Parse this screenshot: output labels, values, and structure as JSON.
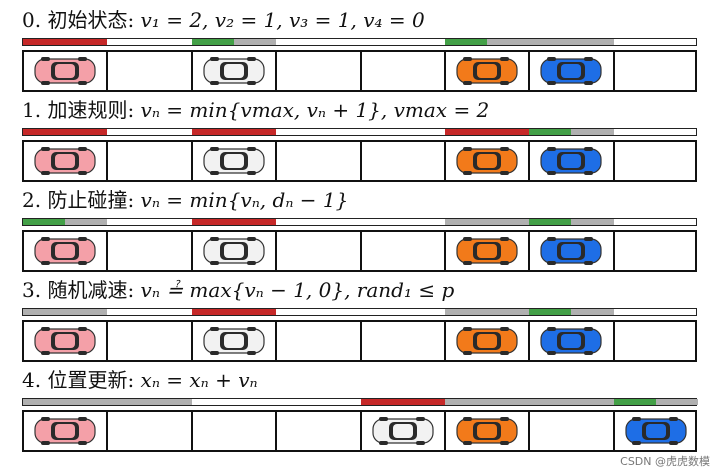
{
  "colors": {
    "red": "#c62828",
    "green": "#43a047",
    "gray": "#b0b0b0",
    "car_colors": {
      "pink": "#f4a0a8",
      "white": "#f2f2f2",
      "orange": "#f27a1a",
      "blue": "#1e6ee6"
    }
  },
  "steps": [
    {
      "title_plain": "0. 初始状态: ",
      "formula": "v₁ = 2, v₂ = 1, v₃ = 1, v₄ = 0",
      "segments": [
        [
          "red",
          0,
          1
        ],
        [
          "green",
          2,
          2.5
        ],
        [
          "gray",
          2.5,
          3
        ],
        [
          "green",
          5,
          5.5
        ],
        [
          "gray",
          5.5,
          6
        ],
        [
          "gray",
          6,
          7
        ]
      ],
      "cars": [
        [
          "pink",
          0
        ],
        [
          "white",
          2
        ],
        [
          "orange",
          5
        ],
        [
          "blue",
          6
        ]
      ]
    },
    {
      "title_plain": "1. 加速规则: ",
      "formula": "vₙ = min{vmax, vₙ + 1},   vmax = 2",
      "segments": [
        [
          "red",
          0,
          1
        ],
        [
          "red",
          2,
          3
        ],
        [
          "red",
          5,
          6
        ],
        [
          "green",
          6,
          6.5
        ],
        [
          "gray",
          6.5,
          7
        ]
      ],
      "cars": [
        [
          "pink",
          0
        ],
        [
          "white",
          2
        ],
        [
          "orange",
          5
        ],
        [
          "blue",
          6
        ]
      ]
    },
    {
      "title_plain": "2. 防止碰撞: ",
      "formula": "vₙ = min{vₙ, dₙ − 1}",
      "segments": [
        [
          "green",
          0,
          0.5
        ],
        [
          "gray",
          0.5,
          1
        ],
        [
          "red",
          2,
          3
        ],
        [
          "gray",
          5,
          6
        ],
        [
          "green",
          6,
          6.5
        ],
        [
          "gray",
          6.5,
          7
        ]
      ],
      "cars": [
        [
          "pink",
          0
        ],
        [
          "white",
          2
        ],
        [
          "orange",
          5
        ],
        [
          "blue",
          6
        ]
      ]
    },
    {
      "title_plain": "3. 随机减速: ",
      "formula": "vₙ ≟ max{vₙ − 1, 0},      rand₁ ≤ p",
      "segments": [
        [
          "gray",
          0,
          1
        ],
        [
          "red",
          2,
          3
        ],
        [
          "gray",
          5,
          6
        ],
        [
          "green",
          6,
          6.5
        ],
        [
          "gray",
          6.5,
          7
        ]
      ],
      "cars": [
        [
          "pink",
          0
        ],
        [
          "white",
          2
        ],
        [
          "orange",
          5
        ],
        [
          "blue",
          6
        ]
      ]
    },
    {
      "title_plain": "4. 位置更新: ",
      "formula": "xₙ = xₙ + vₙ",
      "segments": [
        [
          "gray",
          0,
          1
        ],
        [
          "gray",
          1,
          2
        ],
        [
          "red",
          4,
          5
        ],
        [
          "gray",
          5,
          6
        ],
        [
          "gray",
          6,
          7
        ],
        [
          "green",
          7,
          7.5
        ],
        [
          "gray",
          7.5,
          8
        ]
      ],
      "cars": [
        [
          "pink",
          0
        ],
        [
          "white",
          4
        ],
        [
          "orange",
          5
        ],
        [
          "blue",
          7
        ]
      ]
    }
  ],
  "watermark": "CSDN @虎虎数模"
}
